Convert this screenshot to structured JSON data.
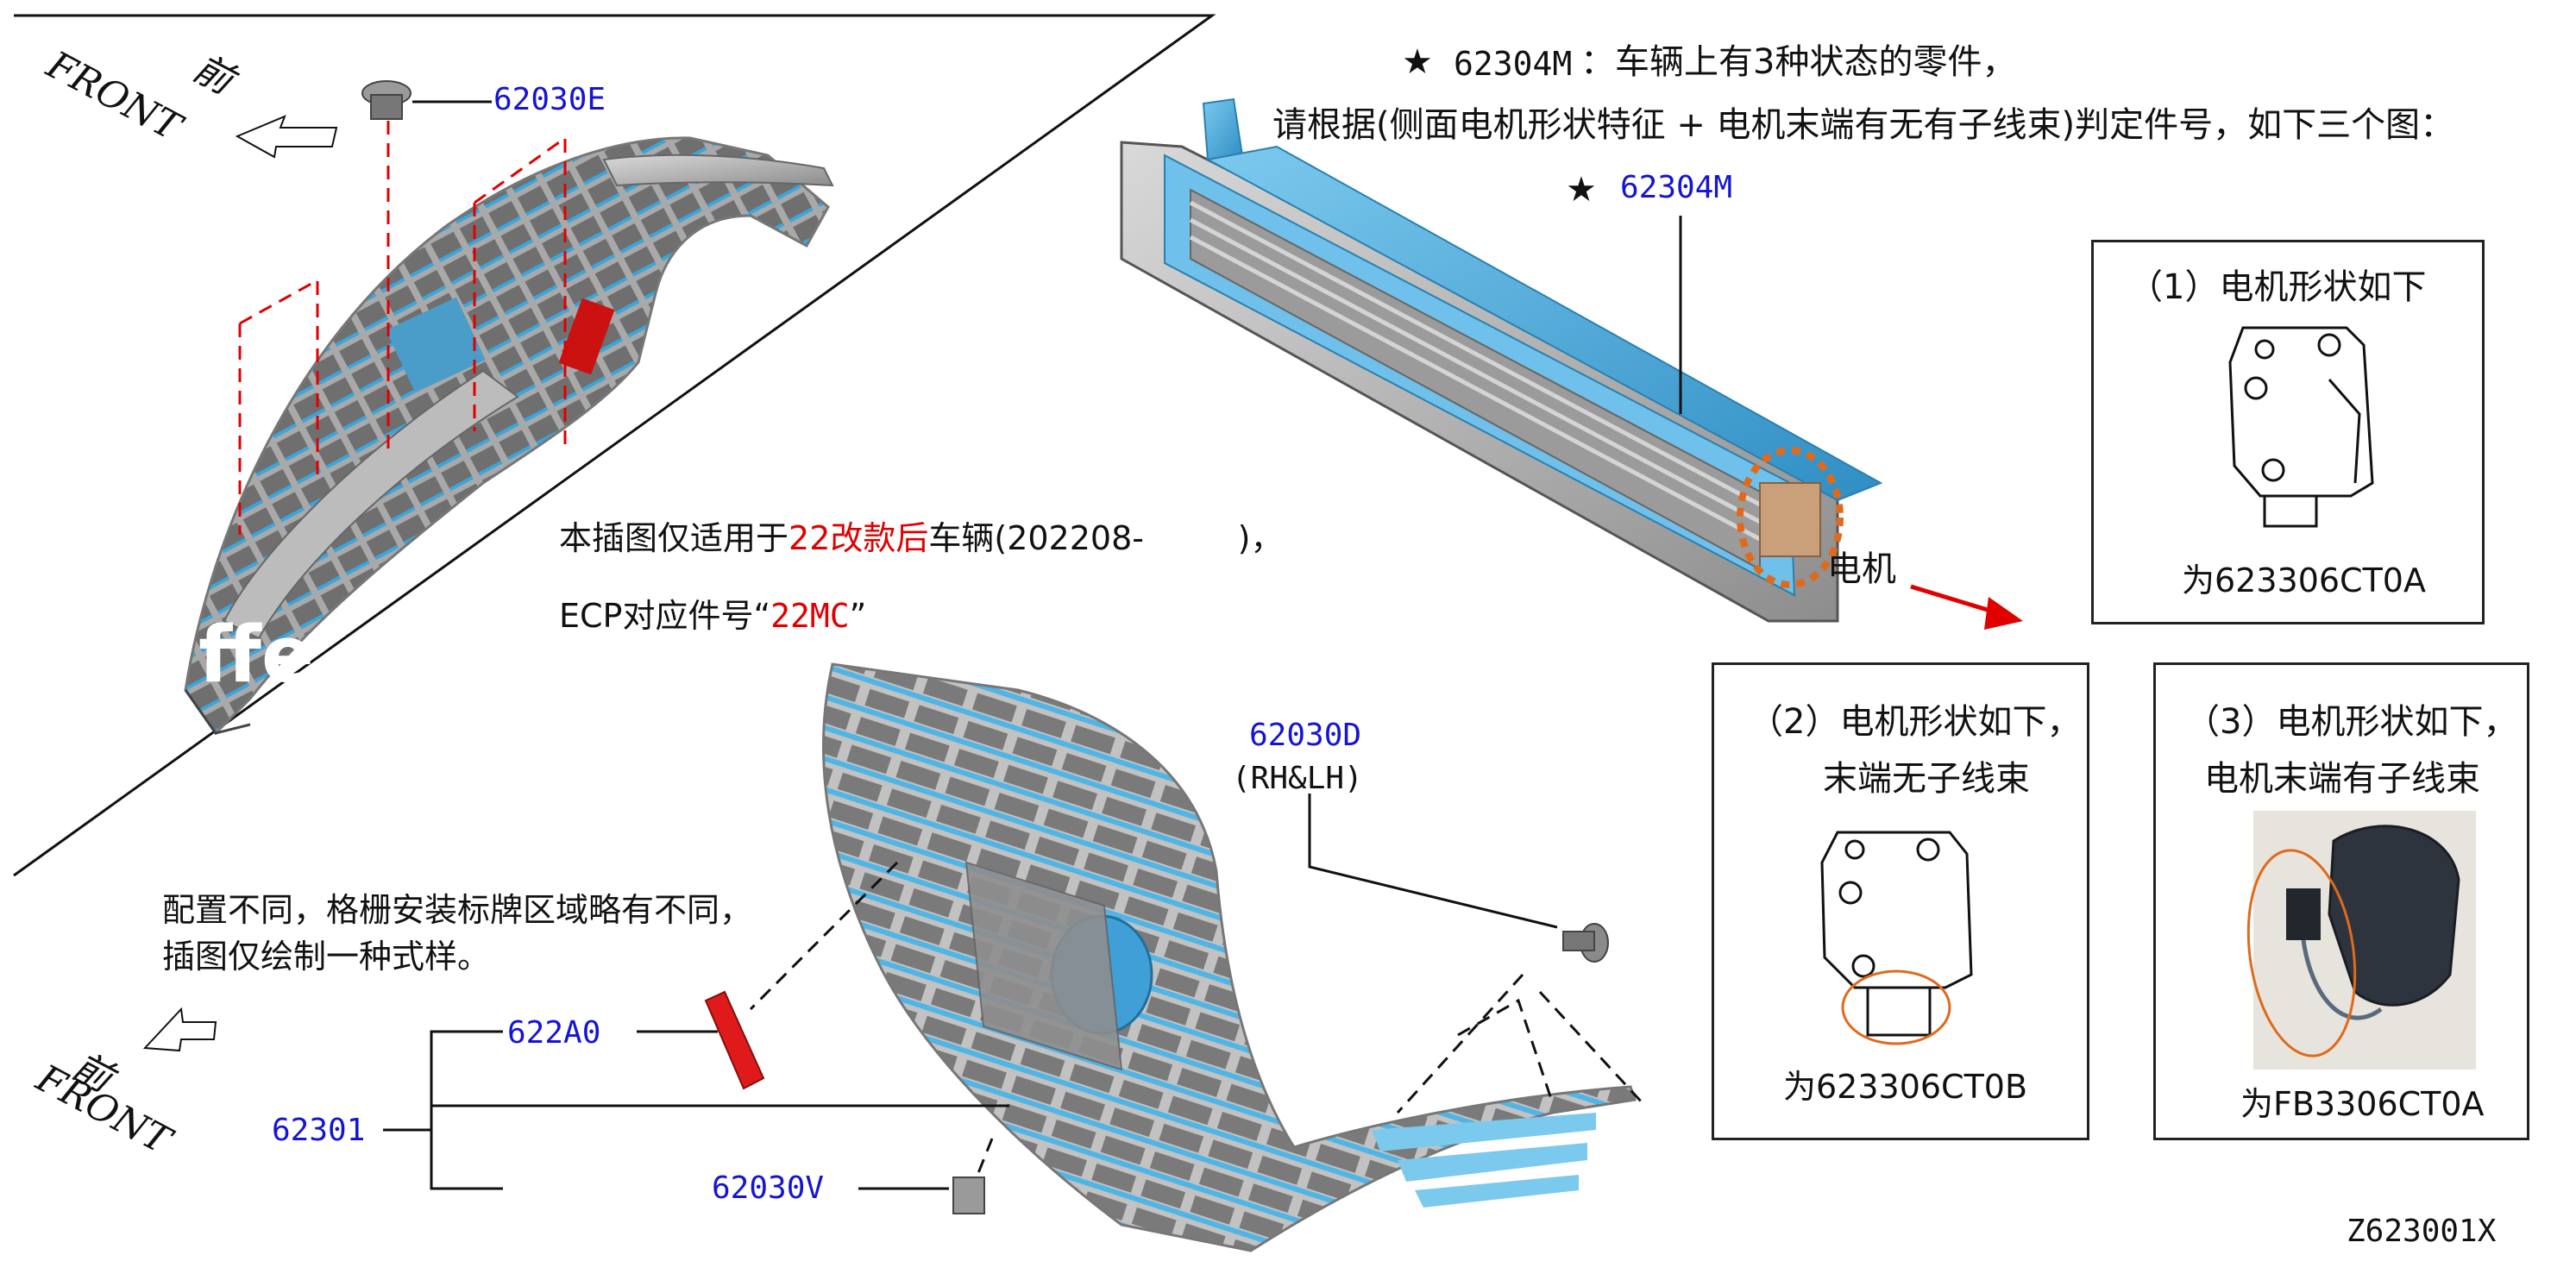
{
  "labels": {
    "front_cn": "前",
    "front_en": "FRONT",
    "part_62030E": "62030E",
    "part_62304M_star": "62304M",
    "part_62030D": "62030D",
    "rhlh": "(RH&LH)",
    "part_622A0": "622A0",
    "part_62301": "62301",
    "part_62030V": "62030V",
    "motor": "电机",
    "figure_code": "Z623001X",
    "star": "★"
  },
  "header_note": {
    "line1_part": "62304M",
    "line1_text": "：车辆上有3种状态的零件，",
    "line2": "请根据(侧面电机形状特征 + 电机末端有无有子线束)判定件号，如下三个图："
  },
  "applicability": {
    "prefix": "本插图仅适用于",
    "highlight": "22改款后",
    "suffix": "车辆(202208-         )，",
    "ecp_prefix": "ECP对应件号“",
    "ecp_code": "22MC",
    "ecp_suffix": "”"
  },
  "config_note": {
    "line1": "配置不同，格栅安装标牌区域略有不同，",
    "line2": "插图仅绘制一种式样。"
  },
  "watermark": "ffe",
  "motor_panels": [
    {
      "title": "（1）电机形状如下",
      "subtitle": "",
      "part": "为623306CT0A"
    },
    {
      "title": "（2）电机形状如下，",
      "subtitle": "末端无子线束",
      "part": "为623306CT0B"
    },
    {
      "title": "（3）电机形状如下，",
      "subtitle": "电机末端有子线束",
      "part": "为FB3306CT0A"
    }
  ],
  "colors": {
    "part_blue": "#1414d4",
    "highlight_red": "#e00000",
    "cad_blue": "#3aa6dc",
    "cad_gray": "#b5b5b5",
    "callout_orange": "#e06a1a"
  }
}
